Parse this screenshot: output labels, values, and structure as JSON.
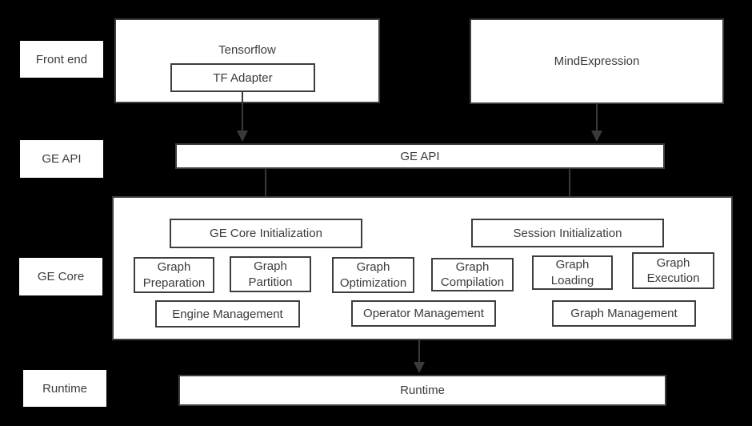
{
  "colors": {
    "background": "#000000",
    "box_fill": "#ffffff",
    "box_border": "#3d3d3d",
    "text": "#3b3b3b",
    "arrow": "#3a3a3a"
  },
  "side_labels": [
    {
      "label": "Front end"
    },
    {
      "label": "GE API"
    },
    {
      "label": "GE Core"
    },
    {
      "label": "Runtime"
    }
  ],
  "front_end": {
    "tensorflow": {
      "title": "Tensorflow",
      "adapter": "TF Adapter"
    },
    "mind_expression": {
      "title": "MindExpression"
    }
  },
  "ge_api_bar": {
    "label": "GE API"
  },
  "ge_core": {
    "init_boxes": [
      {
        "label": "GE Core Initialization"
      },
      {
        "label": "Session Initialization"
      }
    ],
    "function_boxes": [
      {
        "line1": "Graph",
        "line2": "Preparation"
      },
      {
        "line1": "Graph",
        "line2": "Partition"
      },
      {
        "line1": "Graph",
        "line2": "Optimization"
      },
      {
        "line1": "Graph",
        "line2": "Compilation"
      },
      {
        "line1": "Graph",
        "line2": "Loading"
      },
      {
        "line1": "Graph",
        "line2": "Execution"
      }
    ],
    "management_boxes": [
      {
        "label": "Engine Management"
      },
      {
        "label": "Operator Management"
      },
      {
        "label": "Graph Management"
      }
    ]
  },
  "runtime_bar": {
    "label": "Runtime"
  }
}
